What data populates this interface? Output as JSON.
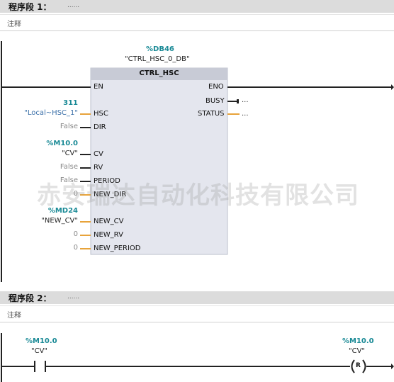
{
  "network1": {
    "title": "程序段 1：",
    "dots": "......",
    "comment": "注释",
    "db_address": "%DB46",
    "db_name": "\"CTRL_HSC_0_DB\"",
    "block_name": "CTRL_HSC",
    "inputs": {
      "en": "EN",
      "hsc": {
        "pin": "HSC",
        "addr": "311",
        "tag": "\"Local~HSC_1\""
      },
      "dir": {
        "pin": "DIR",
        "val": "False"
      },
      "cv": {
        "pin": "CV",
        "addr": "%M10.0",
        "tag": "\"CV\""
      },
      "rv": {
        "pin": "RV",
        "val": "False"
      },
      "period": {
        "pin": "PERIOD",
        "val": "False"
      },
      "new_dir": {
        "pin": "NEW_DIR",
        "val": "0"
      },
      "new_cv": {
        "pin": "NEW_CV",
        "addr": "%MD24",
        "tag": "\"NEW_CV\""
      },
      "new_rv": {
        "pin": "NEW_RV",
        "val": "0"
      },
      "new_period": {
        "pin": "NEW_PERIOD",
        "val": "0"
      }
    },
    "outputs": {
      "eno": "ENO",
      "busy": {
        "pin": "BUSY",
        "val": "..."
      },
      "status": {
        "pin": "STATUS",
        "val": "..."
      }
    }
  },
  "network2": {
    "title": "程序段 2：",
    "dots": "......",
    "comment": "注释",
    "contact": {
      "addr": "%M10.0",
      "tag": "\"CV\""
    },
    "coil": {
      "addr": "%M10.0",
      "tag": "\"CV\"",
      "symbol": "R"
    }
  },
  "watermark": "赤安瑞达自动化科技有限公司",
  "colors": {
    "address": "#1a8a96",
    "block_body": "#e4e6ee",
    "block_header": "#c8cbd6",
    "orange_wire": "#e8a33a"
  }
}
